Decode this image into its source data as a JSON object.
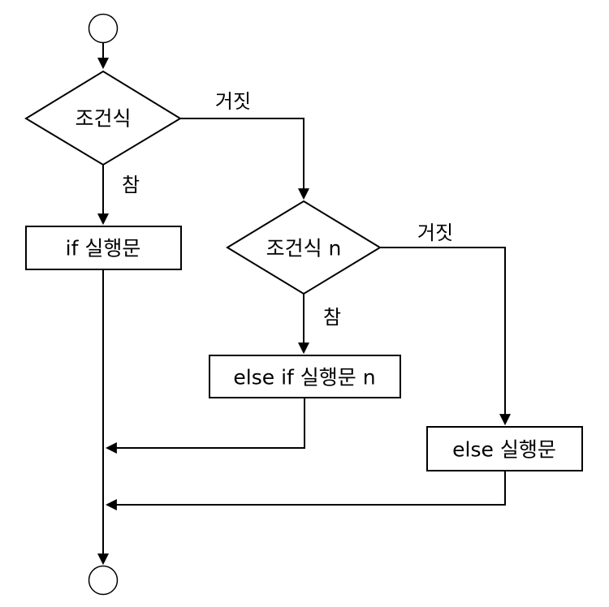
{
  "colors": {
    "line": "#000000",
    "shape_fill": "#ffffff",
    "background": "#ffffff",
    "text": "#000000"
  },
  "flowchart": {
    "decision1": {
      "label": "조건식"
    },
    "decision2": {
      "label": "조건식 n"
    },
    "process_if": {
      "label": "if 실행문"
    },
    "process_elseif": {
      "label": "else if 실행문 n"
    },
    "process_else": {
      "label": "else 실행문"
    },
    "edge_labels": {
      "decision1_true": "참",
      "decision1_false": "거짓",
      "decision2_true": "참",
      "decision2_false": "거짓"
    }
  }
}
